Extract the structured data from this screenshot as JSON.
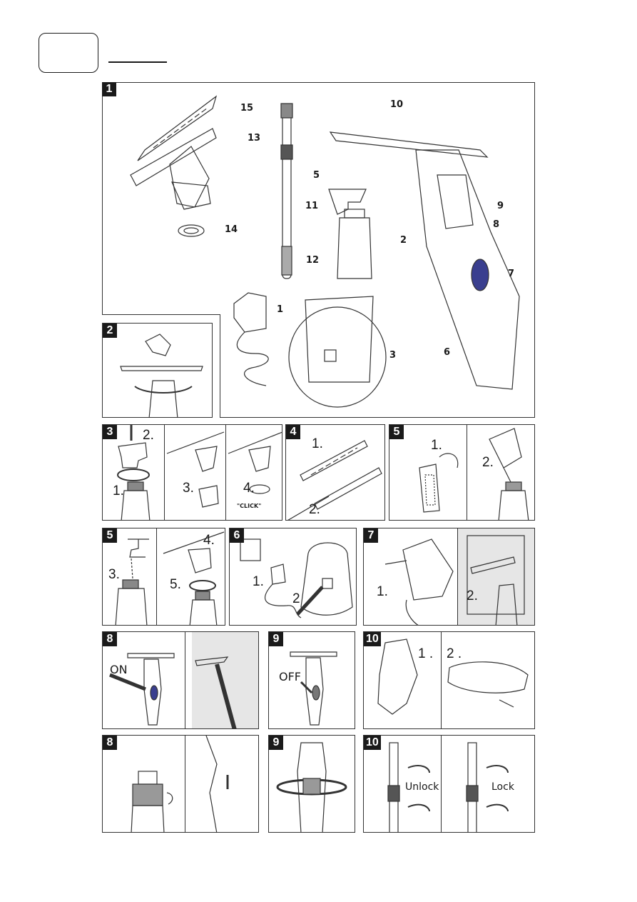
{
  "header": {
    "language_box": "",
    "section_title": ""
  },
  "overview": {
    "number": "1",
    "part_labels": [
      "15",
      "13",
      "14",
      "5",
      "11",
      "12",
      "10",
      "9",
      "8",
      "2",
      "7",
      "1",
      "3",
      "6"
    ]
  },
  "panels": {
    "p2": "2",
    "p3": {
      "number": "3",
      "steps": [
        "2.",
        "1.",
        "3.",
        "4."
      ],
      "click": "\"CLICK\""
    },
    "p4": {
      "number": "4",
      "steps": [
        "1.",
        "2."
      ]
    },
    "p5a": {
      "number": "5",
      "steps": [
        "1.",
        "2."
      ]
    },
    "p5b": {
      "number": "5",
      "steps": [
        "3.",
        "4.",
        "5."
      ]
    },
    "p6": {
      "number": "6",
      "steps": [
        "1.",
        "2"
      ]
    },
    "p7": {
      "number": "7",
      "steps": [
        "1.",
        "2."
      ]
    },
    "p8a": {
      "number": "8",
      "label": "ON"
    },
    "p9a": {
      "number": "9",
      "label": "OFF"
    },
    "p10a": {
      "number": "10",
      "steps": [
        "1 .",
        "2 ."
      ]
    },
    "p8b": {
      "number": "8"
    },
    "p9b": {
      "number": "9"
    },
    "p10b": {
      "number": "10",
      "unlock": "Unlock",
      "lock": "Lock"
    }
  }
}
